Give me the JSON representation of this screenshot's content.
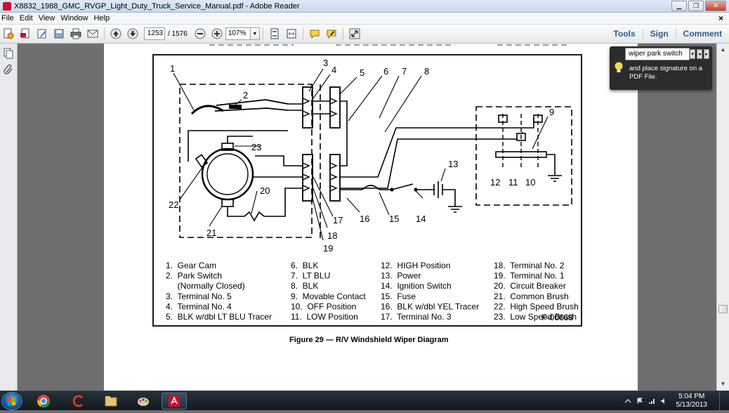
{
  "window": {
    "title": "X8832_1988_GMC_RVGP_Light_Duty_Truck_Service_Manual.pdf - Adobe Reader"
  },
  "menu": {
    "items": [
      "File",
      "Edit",
      "View",
      "Window",
      "Help"
    ],
    "close_doc": "×"
  },
  "toolbar": {
    "page_current": "1253",
    "page_total": "/ 1576",
    "zoom": "107%",
    "tools_label": "Tools",
    "sign_label": "Sign",
    "comment_label": "Comment"
  },
  "find": {
    "query": "wiper park switch",
    "tip_line1": "and place signature on a",
    "tip_line2": "PDF File."
  },
  "diagram": {
    "callouts": [
      "1",
      "2",
      "3",
      "4",
      "5",
      "6",
      "7",
      "8",
      "9",
      "10",
      "11",
      "12",
      "13",
      "14",
      "15",
      "16",
      "17",
      "18",
      "19",
      "20",
      "21",
      "22",
      "23"
    ],
    "legend_col1": [
      "1.  Gear Cam",
      "2.  Park Switch",
      "     (Normally Closed)",
      "3.  Terminal No. 5",
      "4.  Terminal No. 4",
      "5.  BLK w/dbl LT BLU Tracer"
    ],
    "legend_col2": [
      "6.  BLK",
      "7.  LT BLU",
      "8.  BLK",
      "9.  Movable Contact",
      "10.  OFF Position",
      "11.  LOW Position"
    ],
    "legend_col3": [
      "12.  HIGH Position",
      "13.  Power",
      "14.  Ignition Switch",
      "15.  Fuse",
      "16.  BLK w/dbl YEL Tracer",
      "17.  Terminal No. 3"
    ],
    "legend_col4": [
      "18.  Terminal No. 2",
      "19.  Terminal No. 1",
      "20.  Circuit Breaker",
      "21.  Common Brush",
      "22.  High Speed Brush",
      "23.  Low Speed Brush"
    ],
    "figure_code": "F-00668",
    "caption": "Figure 29 — R/V Windshield Wiper Diagram"
  },
  "taskbar": {
    "time": "5:04 PM",
    "date": "5/13/2013"
  },
  "colors": {
    "accent": "#2d5e8f",
    "adobe_red": "#c8102e"
  }
}
